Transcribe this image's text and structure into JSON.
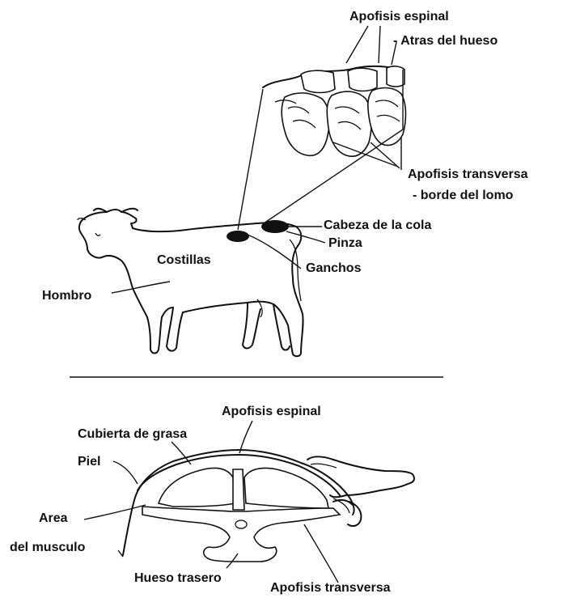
{
  "cow_figure": {
    "labels": {
      "apofisis_espinal": "Apofisis espinal",
      "atras_del_hueso": "- Atras del hueso",
      "apofisis_transversa": "Apofisis transversa",
      "borde_del_lomo": "- borde del lomo",
      "cabeza_de_la_cola": "Cabeza de la cola",
      "pinza": "Pinza",
      "costillas": "Costillas",
      "ganchos": "Ganchos",
      "hombro": "Hombro"
    }
  },
  "cross_section": {
    "labels": {
      "apofisis_espinal": "Apofisis espinal",
      "cubierta_de_grasa": "Cubierta de grasa",
      "piel": "Piel",
      "area": "Area",
      "del_musculo": "del musculo",
      "hueso_trasero": "Hueso trasero",
      "apofisis_transversa": "Apofisis transversa"
    }
  },
  "colors": {
    "ink": "#111111",
    "background": "#ffffff"
  }
}
